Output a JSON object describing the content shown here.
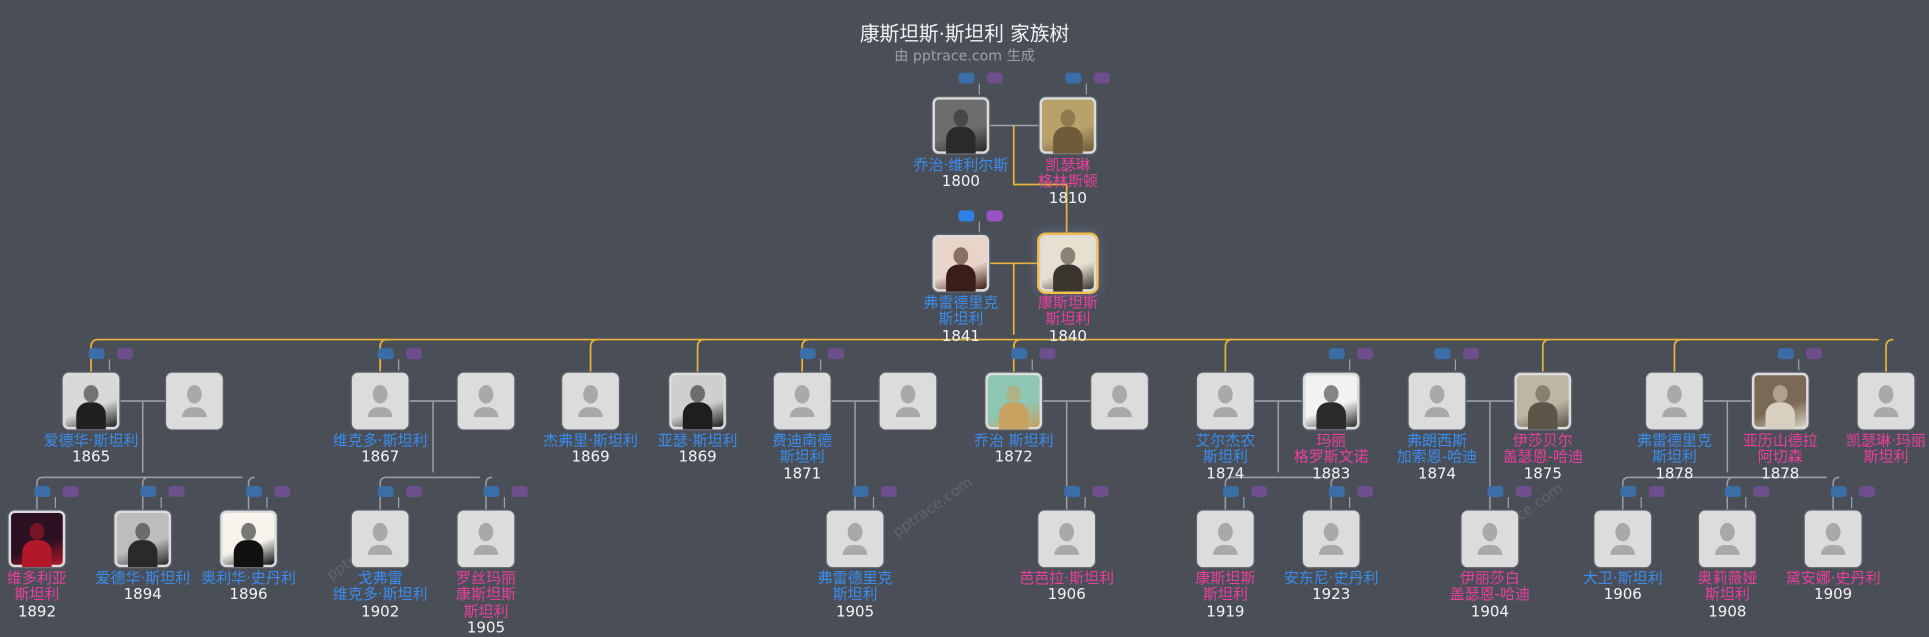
{
  "title": "康斯坦斯·斯坦利 家族树",
  "subtitle": "由 pptrace.com 生成",
  "watermark": "pptrace.com",
  "colors": {
    "background": "#4a4f57",
    "male_name": "#3a8cf0",
    "female_name": "#ea3f9c",
    "descent_line": "#e8b43a",
    "relation_line": "#9da1a8",
    "father_dot": "#3b6ea6",
    "mother_dot": "#6c4f8c"
  },
  "people": [
    {
      "name": [
        "乔治·维利尔斯"
      ],
      "year": "1800",
      "gender": "male",
      "photo": true
    },
    {
      "name": [
        "凯瑟琳",
        "格林斯顿"
      ],
      "year": "1810",
      "gender": "female",
      "photo": true
    },
    {
      "name": [
        "弗雷德里克",
        "斯坦利"
      ],
      "year": "1841",
      "gender": "male",
      "photo": true
    },
    {
      "name": [
        "康斯坦斯",
        "斯坦利"
      ],
      "year": "1840",
      "gender": "female",
      "photo": true,
      "focus": true
    },
    {
      "name": [
        "爱德华·斯坦利"
      ],
      "year": "1865",
      "gender": "male",
      "photo": true
    },
    {
      "name": [],
      "year": "",
      "gender": "female",
      "photo": false
    },
    {
      "name": [
        "维克多·斯坦利"
      ],
      "year": "1867",
      "gender": "male",
      "photo": false
    },
    {
      "name": [],
      "year": "",
      "gender": "female",
      "photo": false
    },
    {
      "name": [
        "杰弗里·斯坦利"
      ],
      "year": "1869",
      "gender": "male",
      "photo": false
    },
    {
      "name": [
        "亚瑟·斯坦利"
      ],
      "year": "1869",
      "gender": "male",
      "photo": true
    },
    {
      "name": [
        "费迪南德",
        "斯坦利"
      ],
      "year": "1871",
      "gender": "male",
      "photo": false
    },
    {
      "name": [],
      "year": "",
      "gender": "female",
      "photo": false
    },
    {
      "name": [
        "乔治 斯坦利"
      ],
      "year": "1872",
      "gender": "male",
      "photo": true
    },
    {
      "name": [],
      "year": "",
      "gender": "female",
      "photo": false
    },
    {
      "name": [
        "艾尔杰农",
        "斯坦利"
      ],
      "year": "1874",
      "gender": "male",
      "photo": false
    },
    {
      "name": [
        "玛丽",
        "格罗斯文诺"
      ],
      "year": "1883",
      "gender": "female",
      "photo": true
    },
    {
      "name": [
        "弗朗西斯",
        "加索恩-哈迪"
      ],
      "year": "1874",
      "gender": "male",
      "photo": false
    },
    {
      "name": [
        "伊莎贝尔",
        "盖瑟恩-哈迪"
      ],
      "year": "1875",
      "gender": "female",
      "photo": true
    },
    {
      "name": [
        "弗雷德里克",
        "斯坦利"
      ],
      "year": "1878",
      "gender": "male",
      "photo": false
    },
    {
      "name": [
        "亚历山德拉",
        "阿切森"
      ],
      "year": "1878",
      "gender": "female",
      "photo": true
    },
    {
      "name": [
        "凯瑟琳·玛丽",
        "斯坦利"
      ],
      "year": "",
      "gender": "female",
      "photo": false
    },
    {
      "name": [
        "维多利亚",
        "斯坦利"
      ],
      "year": "1892",
      "gender": "female",
      "photo": true
    },
    {
      "name": [
        "爱德华·斯坦利"
      ],
      "year": "1894",
      "gender": "male",
      "photo": true
    },
    {
      "name": [
        "奥利华·史丹利"
      ],
      "year": "1896",
      "gender": "male",
      "photo": true
    },
    {
      "name": [
        "戈弗雷",
        "维克多·斯坦利"
      ],
      "year": "1902",
      "gender": "male",
      "photo": false
    },
    {
      "name": [
        "罗丝玛丽",
        "康斯坦斯",
        "斯坦利"
      ],
      "year": "1905",
      "gender": "female",
      "photo": false
    },
    {
      "name": [
        "弗雷德里克",
        "斯坦利"
      ],
      "year": "1905",
      "gender": "male",
      "photo": false
    },
    {
      "name": [
        "芭芭拉·斯坦利"
      ],
      "year": "1906",
      "gender": "female",
      "photo": false
    },
    {
      "name": [
        "康斯坦斯",
        "斯坦利"
      ],
      "year": "1919",
      "gender": "female",
      "photo": false
    },
    {
      "name": [
        "安东尼·史丹利"
      ],
      "year": "1923",
      "gender": "male",
      "photo": false
    },
    {
      "name": [
        "伊丽莎白",
        "盖瑟恩-哈迪"
      ],
      "year": "1904",
      "gender": "female",
      "photo": false
    },
    {
      "name": [
        "大卫·斯坦利"
      ],
      "year": "1906",
      "gender": "male",
      "photo": false
    },
    {
      "name": [
        "奥莉薇娅",
        "斯坦利"
      ],
      "year": "1908",
      "gender": "female",
      "photo": false
    },
    {
      "name": [
        "黛安娜·史丹利"
      ],
      "year": "1909",
      "gender": "female",
      "photo": false
    }
  ]
}
